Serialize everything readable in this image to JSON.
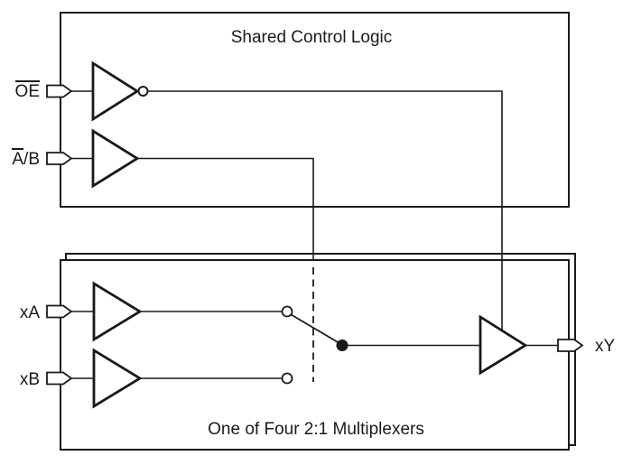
{
  "diagram": {
    "control_block_title": "Shared Control Logic",
    "mux_block_title": "One of Four 2:1 Multiplexers",
    "signals": {
      "oe_overlined": "OE",
      "ab_overlined": "A",
      "ab_rest": "/B",
      "xa": "xA",
      "xb": "xB",
      "xy": "xY"
    }
  },
  "colors": {
    "ink": "#1a1a1a",
    "paper": "#ffffff"
  }
}
